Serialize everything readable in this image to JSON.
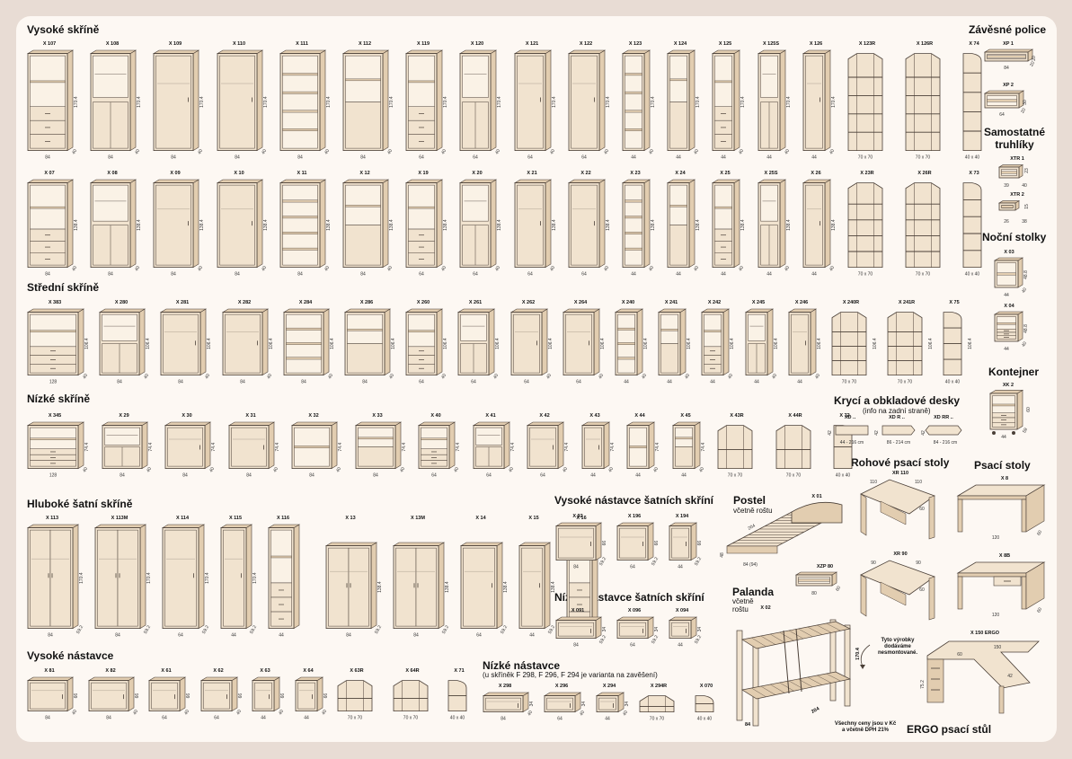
{
  "sections": {
    "vysoke_skrine": "Vysoké skříně",
    "zavesne_police": "Závěsné police",
    "samostatne_truhliky": "Samostatné truhlíky",
    "nocni_stolky": "Noční stolky",
    "stredni_skrine": "Střední skříně",
    "kontejner": "Kontejner",
    "nizke_skrine": "Nízké skříně",
    "kryci_desky": "Krycí a obkladové desky",
    "kryci_desky_sub": "(info na zadní straně)",
    "rohove_psaci_stoly": "Rohové psací stoly",
    "psaci_stoly": "Psací stoly",
    "hluboke_satni_skrine": "Hluboké šatní skříně",
    "vysoke_nastavce_satnich": "Vysoké nástavce šatních skříní",
    "postel": "Postel",
    "postel_sub": "včetně roštu",
    "nizke_nastavce_satnich": "Nízké nástavce šatních skříní",
    "palanda": "Palanda",
    "palanda_sub1": "včetně",
    "palanda_sub2": "roštu",
    "vysoke_nastavce": "Vysoké nástavce",
    "nizke_nastavce": "Nízké nástavce",
    "nizke_nastavce_sub": "(u skříněk F 298, F 296, F 294 je varianta na zavěšení)",
    "ergo": "ERGO psací stůl"
  },
  "notes": {
    "delivery1": "Tyto výrobky",
    "delivery2": "dodáváme",
    "delivery3": "nesmontované.",
    "prices1": "Všechny ceny jsou v Kč",
    "prices2": "a včetně DPH 21%"
  },
  "row1": [
    {
      "code": "X 107",
      "w": "84",
      "h": "170.4",
      "d": "40"
    },
    {
      "code": "X 108",
      "w": "84",
      "h": "170.4",
      "d": "40"
    },
    {
      "code": "X 109",
      "w": "84",
      "h": "170.4",
      "d": "40"
    },
    {
      "code": "X 110",
      "w": "84",
      "h": "170.4",
      "d": "40"
    },
    {
      "code": "X 111",
      "w": "84",
      "h": "170.4",
      "d": "40"
    },
    {
      "code": "X 112",
      "w": "84",
      "h": "170.4",
      "d": "40"
    },
    {
      "code": "X 119",
      "w": "64",
      "h": "170.4",
      "d": "40"
    },
    {
      "code": "X 120",
      "w": "64",
      "h": "170.4",
      "d": "40"
    },
    {
      "code": "X 121",
      "w": "64",
      "h": "170.4",
      "d": "40"
    },
    {
      "code": "X 122",
      "w": "64",
      "h": "170.4",
      "d": "40"
    },
    {
      "code": "X 123",
      "w": "44",
      "h": "170.4",
      "d": "40"
    },
    {
      "code": "X 124",
      "w": "44",
      "h": "170.4",
      "d": "40"
    },
    {
      "code": "X 125",
      "w": "44",
      "h": "170.4",
      "d": "40"
    },
    {
      "code": "X 125S",
      "w": "44",
      "h": "170.4",
      "d": "40"
    },
    {
      "code": "X 126",
      "w": "44",
      "h": "170.4",
      "d": "40"
    },
    {
      "code": "X 123R",
      "w": "70 x 70",
      "h": "",
      "d": ""
    },
    {
      "code": "X 126R",
      "w": "70 x 70",
      "h": "",
      "d": ""
    },
    {
      "code": "X 74",
      "w": "40 x 40",
      "h": "",
      "d": ""
    }
  ],
  "row2": [
    {
      "code": "X 07",
      "w": "84",
      "h": "138.4",
      "d": "40"
    },
    {
      "code": "X 08",
      "w": "84",
      "h": "138.4",
      "d": "40"
    },
    {
      "code": "X 09",
      "w": "84",
      "h": "138.4",
      "d": "40"
    },
    {
      "code": "X 10",
      "w": "84",
      "h": "138.4",
      "d": "40"
    },
    {
      "code": "X 11",
      "w": "84",
      "h": "138.4",
      "d": "40"
    },
    {
      "code": "X 12",
      "w": "84",
      "h": "138.4",
      "d": "40"
    },
    {
      "code": "X 19",
      "w": "64",
      "h": "138.4",
      "d": "40"
    },
    {
      "code": "X 20",
      "w": "64",
      "h": "138.4",
      "d": "40"
    },
    {
      "code": "X 21",
      "w": "64",
      "h": "138.4",
      "d": "40"
    },
    {
      "code": "X 22",
      "w": "64",
      "h": "138.4",
      "d": "40"
    },
    {
      "code": "X 23",
      "w": "44",
      "h": "138.4",
      "d": "40"
    },
    {
      "code": "X 24",
      "w": "44",
      "h": "138.4",
      "d": "40"
    },
    {
      "code": "X 25",
      "w": "44",
      "h": "138.4",
      "d": "40"
    },
    {
      "code": "X 25S",
      "w": "44",
      "h": "138.4",
      "d": "40"
    },
    {
      "code": "X 26",
      "w": "44",
      "h": "138.4",
      "d": "40"
    },
    {
      "code": "X 23R",
      "w": "70 x 70",
      "h": "",
      "d": ""
    },
    {
      "code": "X 26R",
      "w": "70 x 70",
      "h": "",
      "d": ""
    },
    {
      "code": "X 73",
      "w": "40 x 40",
      "h": "",
      "d": ""
    }
  ],
  "row3": [
    {
      "code": "X 383",
      "w": "128",
      "h": "106.4",
      "d": "40"
    },
    {
      "code": "X 280",
      "w": "84",
      "h": "106.4",
      "d": "40"
    },
    {
      "code": "X 281",
      "w": "84",
      "h": "106.4",
      "d": "40"
    },
    {
      "code": "X 282",
      "w": "84",
      "h": "106.4",
      "d": "40"
    },
    {
      "code": "X 284",
      "w": "84",
      "h": "106.4",
      "d": "40"
    },
    {
      "code": "X 286",
      "w": "84",
      "h": "106.4",
      "d": "40"
    },
    {
      "code": "X 260",
      "w": "64",
      "h": "106.4",
      "d": "40"
    },
    {
      "code": "X 261",
      "w": "64",
      "h": "106.4",
      "d": "40"
    },
    {
      "code": "X 262",
      "w": "64",
      "h": "106.4",
      "d": "40"
    },
    {
      "code": "X 264",
      "w": "64",
      "h": "106.4",
      "d": "40"
    },
    {
      "code": "X 240",
      "w": "44",
      "h": "106.4",
      "d": "40"
    },
    {
      "code": "X 241",
      "w": "44",
      "h": "106.4",
      "d": "40"
    },
    {
      "code": "X 242",
      "w": "44",
      "h": "106.4",
      "d": "40"
    },
    {
      "code": "X 245",
      "w": "44",
      "h": "106.4",
      "d": "40"
    },
    {
      "code": "X 246",
      "w": "44",
      "h": "106.4",
      "d": "40"
    },
    {
      "code": "X 240R",
      "w": "70 x 70",
      "h": "106.4",
      "d": ""
    },
    {
      "code": "X 241R",
      "w": "70 x 70",
      "h": "106.4",
      "d": ""
    },
    {
      "code": "X 75",
      "w": "40 x 40",
      "h": "106.4",
      "d": ""
    }
  ],
  "row4": [
    {
      "code": "X 345",
      "w": "128",
      "h": "74.4",
      "d": "40"
    },
    {
      "code": "X 29",
      "w": "84",
      "h": "74.4",
      "d": "40"
    },
    {
      "code": "X 30",
      "w": "84",
      "h": "74.4",
      "d": "40"
    },
    {
      "code": "X 31",
      "w": "84",
      "h": "74.4",
      "d": "40"
    },
    {
      "code": "X 32",
      "w": "84",
      "h": "74.4",
      "d": "40"
    },
    {
      "code": "X 33",
      "w": "84",
      "h": "74.4",
      "d": "40"
    },
    {
      "code": "X 40",
      "w": "64",
      "h": "74.4",
      "d": "40"
    },
    {
      "code": "X 41",
      "w": "64",
      "h": "74.4",
      "d": "40"
    },
    {
      "code": "X 42",
      "w": "64",
      "h": "74.4",
      "d": "40"
    },
    {
      "code": "X 43",
      "w": "44",
      "h": "74.4",
      "d": "40"
    },
    {
      "code": "X 44",
      "w": "44",
      "h": "74.4",
      "d": "40"
    },
    {
      "code": "X 45",
      "w": "44",
      "h": "74.4",
      "d": "40"
    },
    {
      "code": "X 43R",
      "w": "70 x 70",
      "h": "",
      "d": ""
    },
    {
      "code": "X 44R",
      "w": "70 x 70",
      "h": "",
      "d": ""
    },
    {
      "code": "X 72",
      "w": "40 x 40",
      "h": "",
      "d": ""
    }
  ],
  "wardrobes": [
    {
      "code": "X 113",
      "w": "84",
      "h": "170.4",
      "d": "59.2"
    },
    {
      "code": "X 113M",
      "w": "84",
      "h": "170.4",
      "d": "59.2"
    },
    {
      "code": "X 114",
      "w": "64",
      "h": "170.4",
      "d": "59.2"
    },
    {
      "code": "X 115",
      "w": "44",
      "h": "170.4",
      "d": "59.2"
    },
    {
      "code": "X 116",
      "w": "44",
      "h": "",
      "d": ""
    },
    {
      "code": "X 13",
      "w": "84",
      "h": "138.4",
      "d": "59.2"
    },
    {
      "code": "X 13M",
      "w": "84",
      "h": "138.4",
      "d": "59.2"
    },
    {
      "code": "X 14",
      "w": "64",
      "h": "138.4",
      "d": "59.2"
    },
    {
      "code": "X 15",
      "w": "44",
      "h": "138.4",
      "d": "59.2"
    },
    {
      "code": "X 16",
      "w": "44",
      "h": "",
      "d": ""
    }
  ],
  "wardrobe_tops_high": [
    {
      "code": "X 92",
      "w": "84",
      "h": "66",
      "d": "59.2"
    },
    {
      "code": "X 196",
      "w": "64",
      "h": "66",
      "d": "59.2"
    },
    {
      "code": "X 194",
      "w": "44",
      "h": "66",
      "d": "59.2"
    }
  ],
  "wardrobe_tops_low": [
    {
      "code": "X 091",
      "w": "84",
      "h": "34",
      "d": "59.2"
    },
    {
      "code": "X 096",
      "w": "64",
      "h": "34",
      "d": "59.2"
    },
    {
      "code": "X 094",
      "w": "44",
      "h": "34",
      "d": "59.2"
    }
  ],
  "tops_high": [
    {
      "code": "X 81",
      "w": "84",
      "h": "66",
      "d": "40"
    },
    {
      "code": "X 82",
      "w": "84",
      "h": "66",
      "d": "40"
    },
    {
      "code": "X 61",
      "w": "64",
      "h": "66",
      "d": "40"
    },
    {
      "code": "X 62",
      "w": "64",
      "h": "66",
      "d": "40"
    },
    {
      "code": "X 63",
      "w": "44",
      "h": "66",
      "d": "40"
    },
    {
      "code": "X 64",
      "w": "44",
      "h": "66",
      "d": "40"
    },
    {
      "code": "X 63R",
      "w": "70 x 70",
      "h": "",
      "d": ""
    },
    {
      "code": "X 64R",
      "w": "70 x 70",
      "h": "",
      "d": ""
    },
    {
      "code": "X 71",
      "w": "40 x 40",
      "h": "",
      "d": ""
    }
  ],
  "tops_low": [
    {
      "code": "X 298",
      "w": "84",
      "h": "34",
      "d": "40"
    },
    {
      "code": "X 296",
      "w": "64",
      "h": "34",
      "d": "40"
    },
    {
      "code": "X 294",
      "w": "44",
      "h": "34",
      "d": "40"
    },
    {
      "code": "X 294R",
      "w": "70 x 70",
      "h": "",
      "d": ""
    },
    {
      "code": "X 070",
      "w": "40 x 40",
      "h": "",
      "d": ""
    }
  ],
  "shelves": [
    {
      "code": "XP 1",
      "w": "84",
      "h": "20",
      "d": "20"
    },
    {
      "code": "XP 2",
      "w": "64",
      "h": "30",
      "d": "20"
    }
  ],
  "boxes": [
    {
      "code": "XTR 1",
      "w": "39",
      "h": "23",
      "d": "40"
    },
    {
      "code": "XTR 2",
      "w": "26",
      "h": "15",
      "d": "38"
    }
  ],
  "nightstands": [
    {
      "code": "X 03",
      "w": "44",
      "h": "48.8",
      "d": "40"
    },
    {
      "code": "X 04",
      "w": "44",
      "h": "48.8",
      "d": "40"
    }
  ],
  "container": {
    "code": "XK 2",
    "w": "44",
    "h": "60",
    "d": "59"
  },
  "covers": [
    {
      "code": "XD ..",
      "size": "44 - 216 cm",
      "h": "42"
    },
    {
      "code": "XD R ..",
      "size": "86 - 214 cm",
      "h": "42"
    },
    {
      "code": "XD RR ..",
      "size": "84 - 216 cm",
      "h": "42"
    }
  ],
  "corner_desks": [
    {
      "code": "XR 110",
      "a": "110",
      "b": "110",
      "d": "60"
    },
    {
      "code": "XR 90",
      "a": "90",
      "b": "90",
      "d": "60"
    }
  ],
  "desks": [
    {
      "code": "X 8",
      "w": "120",
      "d": "60"
    },
    {
      "code": "X 8B",
      "w": "120",
      "d": "60"
    }
  ],
  "bed": {
    "code": "X 01",
    "len": "204",
    "w": "84 (94)",
    "h": "48"
  },
  "bed_drawer": {
    "code": "XZP 80",
    "w": "80",
    "d": "60"
  },
  "bunk": {
    "code": "X 02",
    "h": "170.4",
    "w": "84",
    "len": "204"
  },
  "ergo": {
    "code": "X 150 ERGO",
    "w": "150",
    "d1": "60",
    "d2": "42",
    "h": "75.2"
  }
}
